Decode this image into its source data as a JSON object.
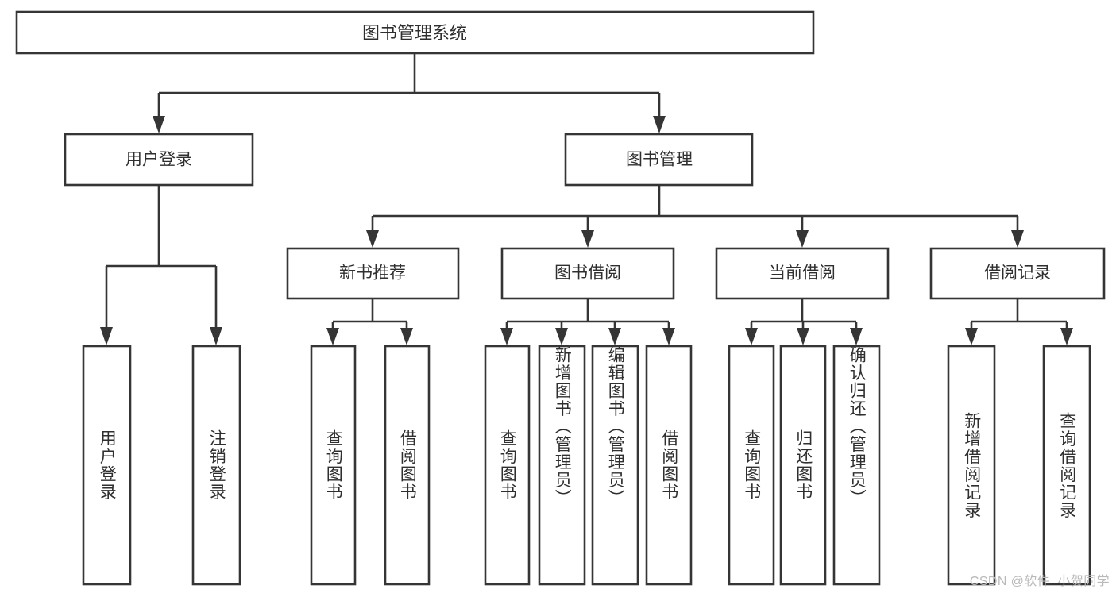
{
  "diagram": {
    "type": "hierarchy-tree",
    "title": "图书管理系统",
    "watermark": "CSDN @软件_小贺同学",
    "colors": {
      "stroke": "#353535",
      "box_fill": "#ffffff",
      "text": "#2f2f2f",
      "background": "#ffffff",
      "watermark": "#b9b9b9"
    },
    "levels": [
      {
        "level": 0,
        "nodes": [
          {
            "id": "root",
            "label": "图书管理系统",
            "orientation": "horizontal"
          }
        ]
      },
      {
        "level": 1,
        "nodes": [
          {
            "id": "user-login",
            "label": "用户登录",
            "orientation": "horizontal",
            "parent": "root"
          },
          {
            "id": "book-manage",
            "label": "图书管理",
            "orientation": "horizontal",
            "parent": "root"
          }
        ]
      },
      {
        "level": 2,
        "nodes": [
          {
            "id": "new-book-rec",
            "label": "新书推荐",
            "orientation": "horizontal",
            "parent": "book-manage"
          },
          {
            "id": "book-borrow",
            "label": "图书借阅",
            "orientation": "horizontal",
            "parent": "book-manage"
          },
          {
            "id": "current-borrow",
            "label": "当前借阅",
            "orientation": "horizontal",
            "parent": "book-manage"
          },
          {
            "id": "borrow-record",
            "label": "借阅记录",
            "orientation": "horizontal",
            "parent": "book-manage"
          }
        ]
      },
      {
        "level": 3,
        "nodes": [
          {
            "id": "leaf-user-login",
            "label": "用户登录",
            "orientation": "vertical",
            "parent": "user-login"
          },
          {
            "id": "leaf-user-logout",
            "label": "注销登录",
            "orientation": "vertical",
            "parent": "user-login"
          },
          {
            "id": "leaf-rec-query",
            "label": "查询图书",
            "orientation": "vertical",
            "parent": "new-book-rec"
          },
          {
            "id": "leaf-rec-borrow",
            "label": "借阅图书",
            "orientation": "vertical",
            "parent": "new-book-rec"
          },
          {
            "id": "leaf-borrow-query",
            "label": "查询图书",
            "orientation": "vertical",
            "parent": "book-borrow"
          },
          {
            "id": "leaf-borrow-add",
            "label": "新增图书（管理员）",
            "orientation": "vertical",
            "parent": "book-borrow"
          },
          {
            "id": "leaf-borrow-edit",
            "label": "编辑图书（管理员）",
            "orientation": "vertical",
            "parent": "book-borrow"
          },
          {
            "id": "leaf-borrow-borrow",
            "label": "借阅图书",
            "orientation": "vertical",
            "parent": "book-borrow"
          },
          {
            "id": "leaf-cur-query",
            "label": "查询图书",
            "orientation": "vertical",
            "parent": "current-borrow"
          },
          {
            "id": "leaf-cur-return",
            "label": "归还图书",
            "orientation": "vertical",
            "parent": "current-borrow"
          },
          {
            "id": "leaf-cur-confirm",
            "label": "确认归还（管理员）",
            "orientation": "vertical",
            "parent": "current-borrow"
          },
          {
            "id": "leaf-rec-add",
            "label": "新增借阅记录",
            "orientation": "vertical",
            "parent": "borrow-record"
          },
          {
            "id": "leaf-rec-search",
            "label": "查询借阅记录",
            "orientation": "vertical",
            "parent": "borrow-record"
          }
        ]
      }
    ]
  }
}
